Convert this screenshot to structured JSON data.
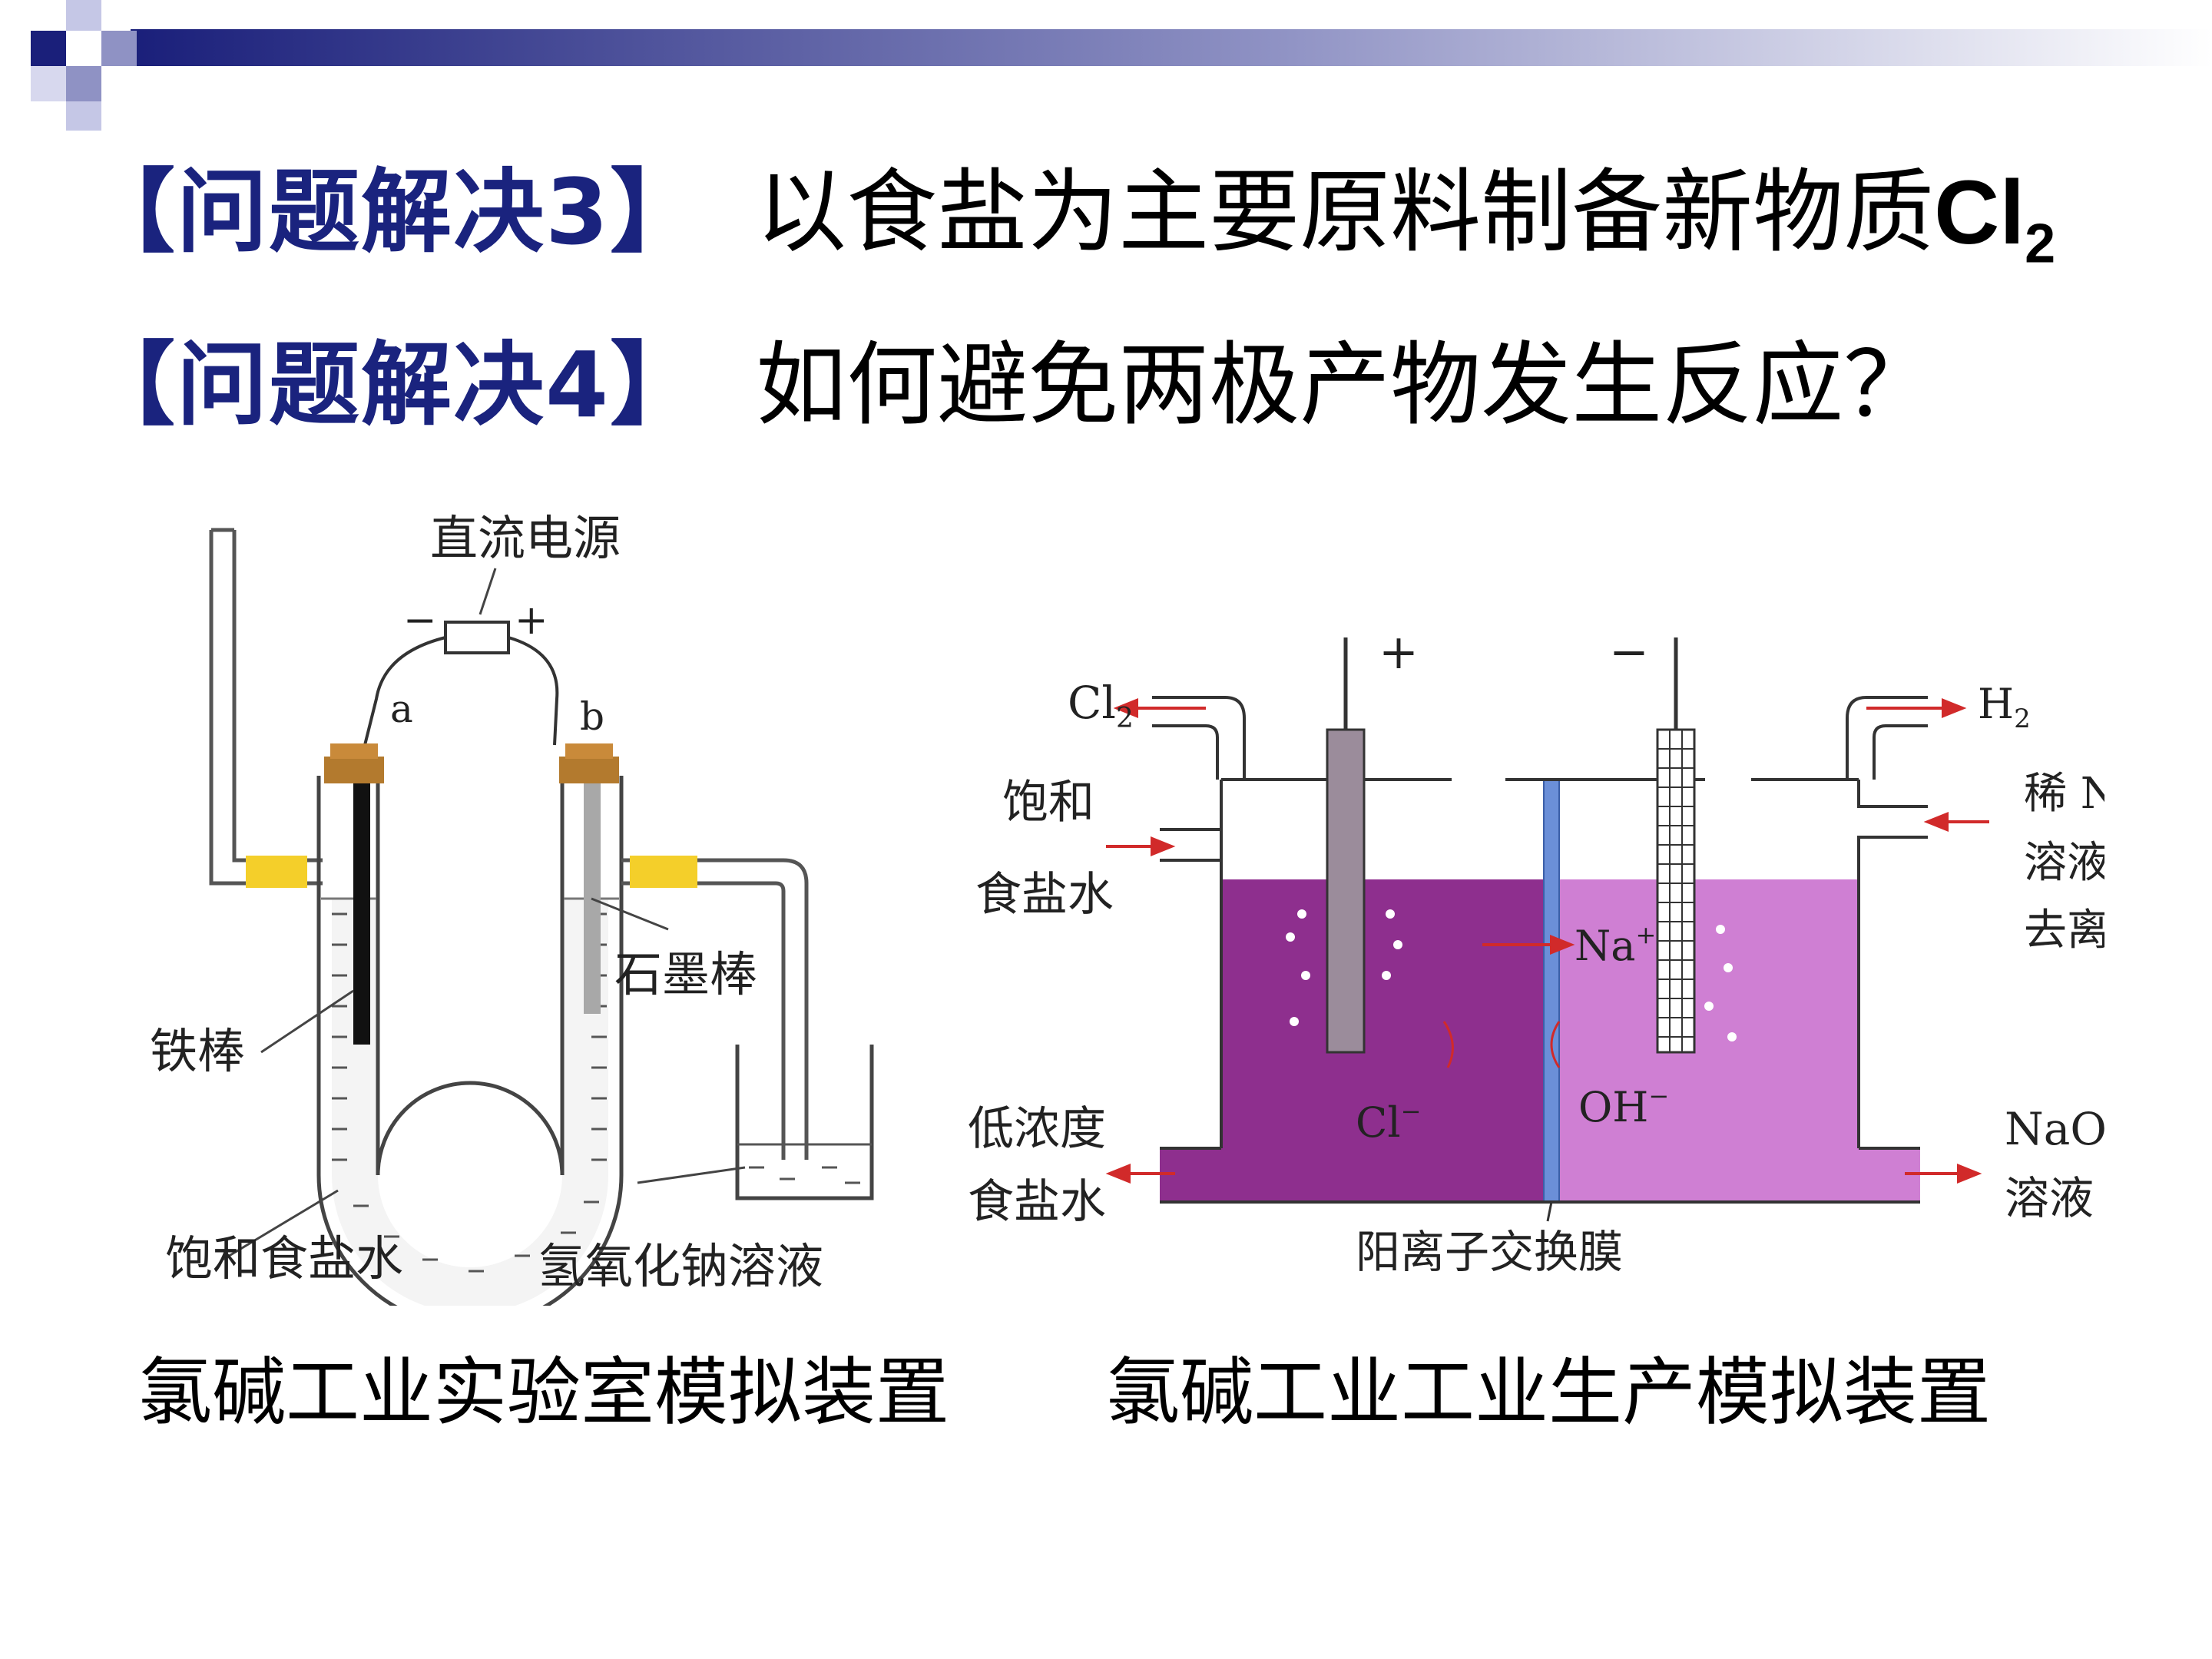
{
  "slide": {
    "q3_tag": "【问题解决3】",
    "q3_text": "以食盐为主要原料制备新物质",
    "q3_formula": "Cl",
    "q3_sub": "2",
    "q4_tag": "【问题解决4】",
    "q4_text": "如何避免两极产物发生反应？"
  },
  "lab_diagram": {
    "power_label": "直流电源",
    "minus": "−",
    "plus": "+",
    "electrode_a": "a",
    "electrode_b": "b",
    "graphite_label": "石墨棒",
    "iron_label": "铁棒",
    "brine_label": "饱和食盐水",
    "naoh_label": "氢氧化钠溶液",
    "caption": "氯碱工业实验室模拟装置"
  },
  "industrial_diagram": {
    "plus": "+",
    "minus": "−",
    "cl2_out": "Cl",
    "cl2_sub": "2",
    "h2_out": "H",
    "h2_sub": "2",
    "brine_in_line1": "饱和",
    "brine_in_line2": "食盐水",
    "dilute_naoh_line1": "稀 NaOH",
    "dilute_naoh_line2": "溶液（或",
    "dilute_naoh_line3": "去离子水）",
    "na_ion": "Na",
    "na_charge": "+",
    "cl_ion": "Cl",
    "cl_charge": "−",
    "oh_ion": "OH",
    "oh_charge": "−",
    "low_brine_line1": "低浓度",
    "low_brine_line2": "食盐水",
    "naoh_out_line1": "NaOH",
    "naoh_out_line2": "溶液",
    "membrane_label": "阳离子交换膜",
    "caption": "氯碱工业工业生产模拟装置"
  },
  "colors": {
    "title_blue": "#1a237e",
    "anode_liquid": "#8e2f8e",
    "cathode_liquid": "#cf7fd3",
    "membrane": "#6b8fd8",
    "arrow_red": "#d12a2a",
    "plug_brown": "#c98a3a",
    "tube_yellow": "#f4cf2a"
  }
}
